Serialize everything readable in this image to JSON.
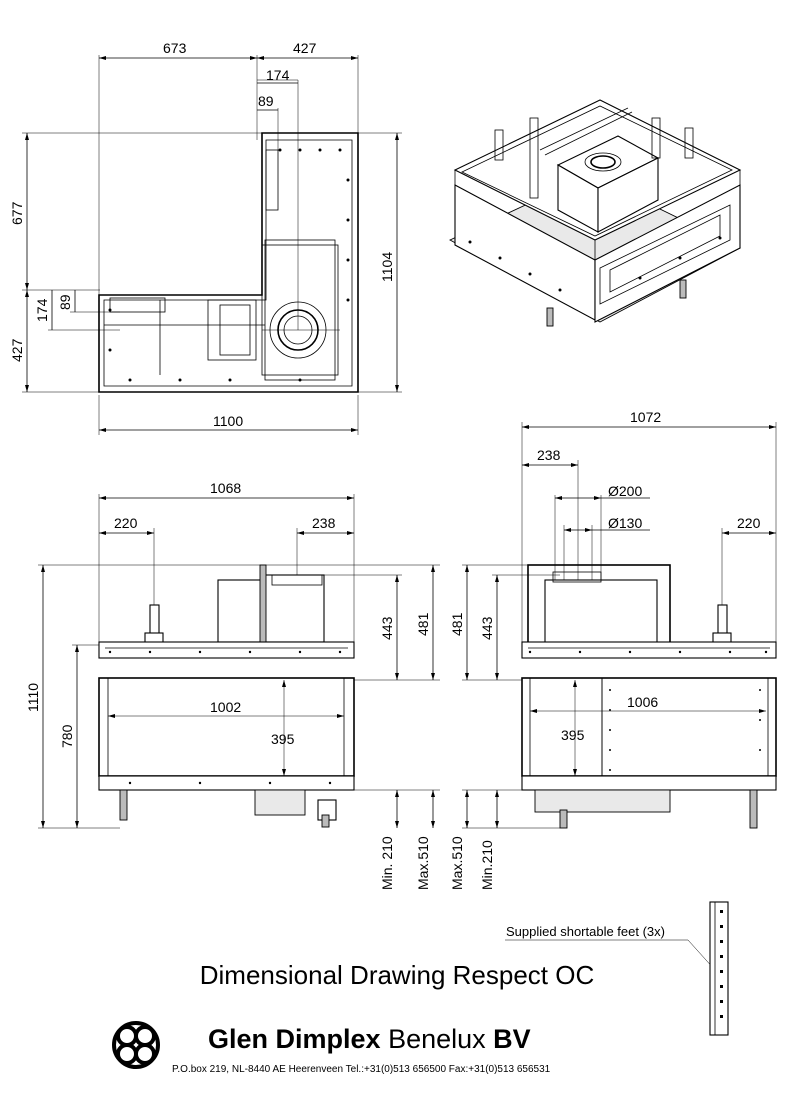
{
  "title": "Dimensional Drawing Respect OC",
  "company": {
    "name_bold": "Glen Dimplex",
    "name_regular": "Benelux",
    "suffix_bold": "BV",
    "address": "P.O.box 219, NL-8440 AE Heerenveen Tel.:+31(0)513 656500  Fax:+31(0)513 656531"
  },
  "feet_note": "Supplied shortable feet (3x)",
  "top_view": {
    "dims": {
      "left_width": "673",
      "right_width": "427",
      "flue_offset": "174",
      "flue_offset_small": "89",
      "total_width": "1100",
      "depth_total": "1104",
      "depth_upper": "677",
      "depth_lower": "427",
      "side_174": "174",
      "side_89": "89"
    }
  },
  "front_view": {
    "dims": {
      "width": "1068",
      "feet_offset": "220",
      "flue_offset": "238",
      "h_443": "443",
      "h_481": "481",
      "total_height": "1110",
      "h_780": "780",
      "opening_width": "1002",
      "opening_height": "395",
      "min_feet": "Min. 210",
      "max_feet": "Max.510"
    }
  },
  "side_view": {
    "dims": {
      "width": "1072",
      "flue_offset": "238",
      "flue_dia_outer": "Ø200",
      "flue_dia_inner": "Ø130",
      "feet_offset": "220",
      "h_481": "481",
      "h_443": "443",
      "opening_width": "1006",
      "opening_height": "395",
      "max_feet": "Max.510",
      "min_feet": "Min.210"
    }
  }
}
